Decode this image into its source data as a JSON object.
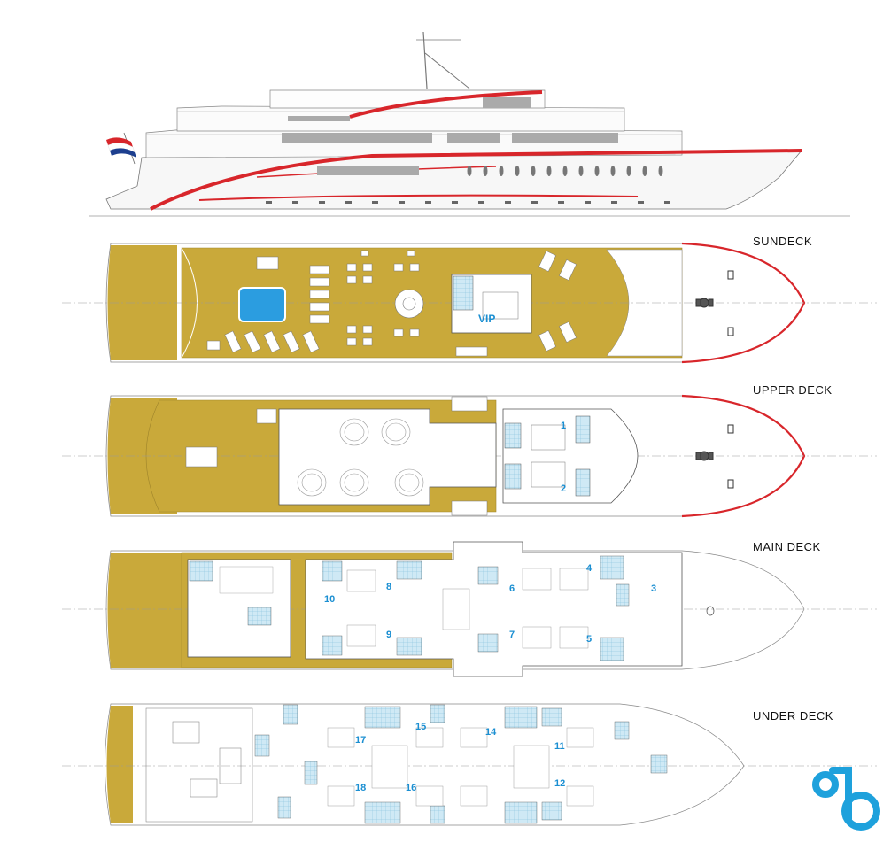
{
  "decks": [
    {
      "id": "sundeck",
      "label": "SUNDECK"
    },
    {
      "id": "upper",
      "label": "UPPER DECK"
    },
    {
      "id": "main",
      "label": "MAIN DECK"
    },
    {
      "id": "under",
      "label": "UNDER DECK"
    }
  ],
  "sundeck": {
    "vip_label": "VIP"
  },
  "upper_deck": {
    "cabins": [
      "1",
      "2"
    ]
  },
  "main_deck": {
    "cabins": [
      "3",
      "4",
      "5",
      "6",
      "7",
      "8",
      "9",
      "10"
    ]
  },
  "under_deck": {
    "cabins": [
      "11",
      "12",
      "14",
      "15",
      "16",
      "17",
      "18"
    ]
  },
  "logo": {
    "name": "brand-logo-icon",
    "color": "#1ea1dc"
  },
  "colors": {
    "deck_wood": "#c9a93a",
    "hull_red": "#d8262b",
    "cabin_blue": "#1b8fd2",
    "tile_blue": "#bfe3f2"
  }
}
